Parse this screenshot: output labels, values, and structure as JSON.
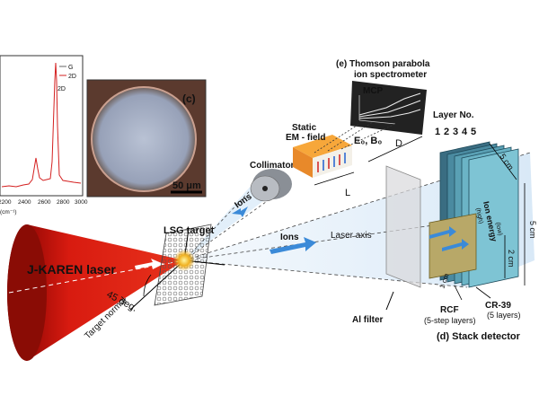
{
  "spectrum": {
    "x_ticks": [
      "2200",
      "2400",
      "2600",
      "2800",
      "3000"
    ],
    "x_unit": "(cm⁻¹)",
    "legend": [
      "G",
      "2D"
    ],
    "peak_label": "2D"
  },
  "micrograph": {
    "panel": "(c)",
    "scalebar": "50 μm"
  },
  "thomson": {
    "title_line1": "(e) Thomson parabola",
    "title_line2": "ion spectrometer",
    "mcp": "MCP",
    "static_line1": "Static",
    "static_line2": "EM - field",
    "fields": "E₀, B₀",
    "dim_d": "D",
    "dim_l": "L",
    "collimator": "Collimator",
    "ions": "Ions"
  },
  "main": {
    "lsg_target": "LSG target",
    "laser": "J-KAREN laser",
    "angle": "45 deg.",
    "target_normal": "Target normal",
    "ions": "Ions",
    "laser_axis": "Laser axis",
    "al_filter": "Al filter"
  },
  "stack": {
    "layer_no": "Layer No.",
    "layers": [
      "1",
      "2",
      "3",
      "4",
      "5"
    ],
    "ion_energy": "Ion energy",
    "high": "(high)",
    "low": "(low)",
    "dim_5cm_top": "5 cm",
    "dim_5cm_right": "5 cm",
    "dim_2cm": "2 cm",
    "dim_1cm": "1 cm",
    "rcf_line1": "RCF",
    "rcf_line2": "(5-step layers)",
    "cr39_line1": "CR-39",
    "cr39_line2": "(5 layers)",
    "panel": "(d) Stack detector"
  }
}
